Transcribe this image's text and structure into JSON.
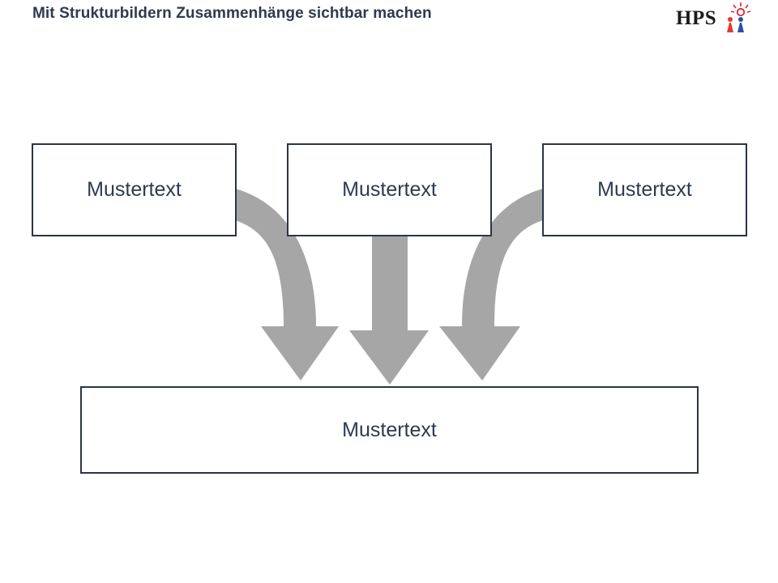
{
  "header": {
    "title": "Mit Strukturbildern Zusammenhänge sichtbar machen",
    "logo_text": "HPS",
    "logo_icon": "figures-with-lightbulb-icon"
  },
  "diagram": {
    "top_boxes": [
      {
        "label": "Mustertext"
      },
      {
        "label": "Mustertext"
      },
      {
        "label": "Mustertext"
      }
    ],
    "bottom_box": {
      "label": "Mustertext"
    },
    "arrow_color": "#a6a6a6",
    "border_color": "#2b3445",
    "text_color": "#2e3a4f"
  }
}
